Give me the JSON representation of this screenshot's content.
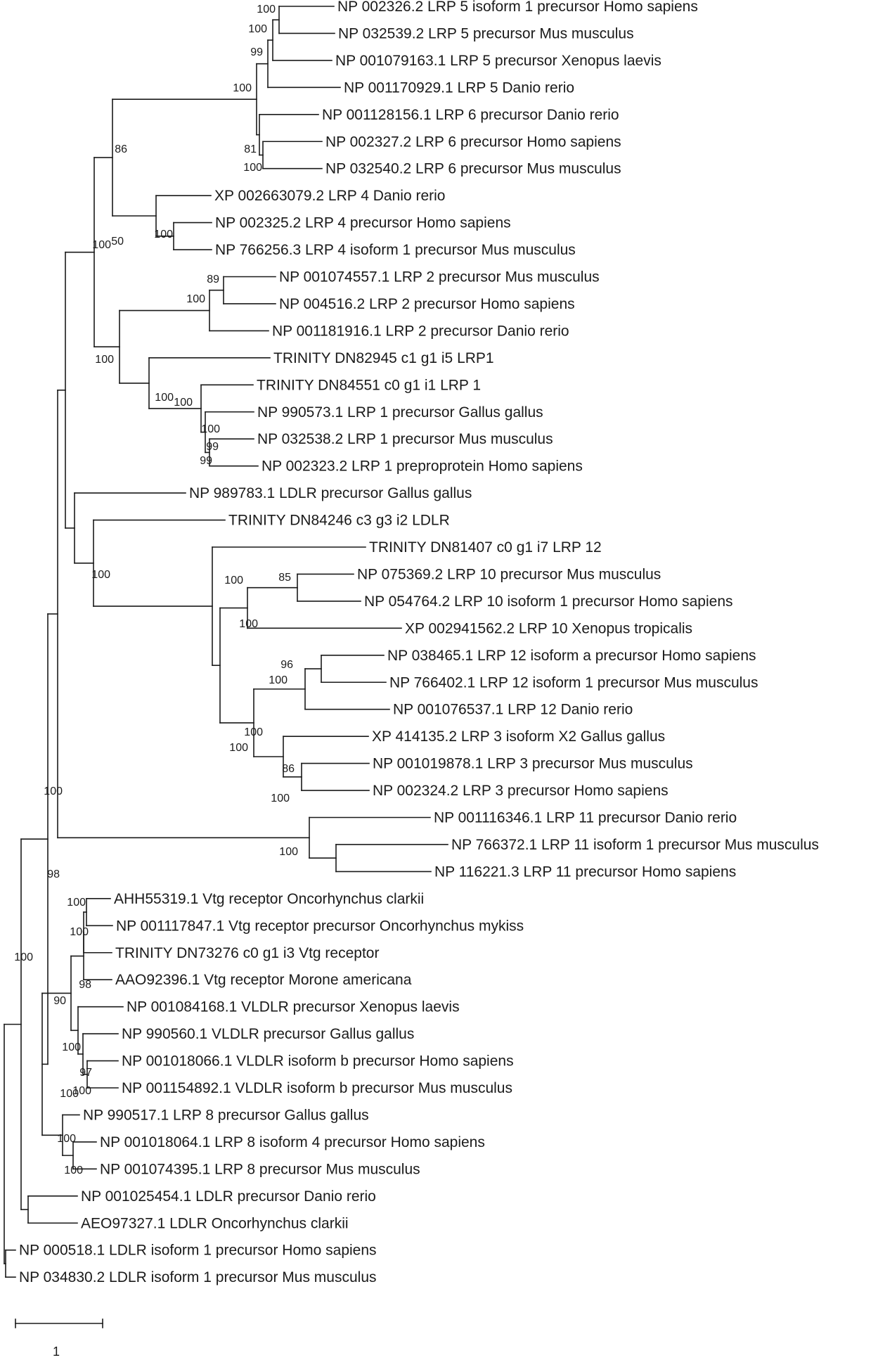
{
  "tree": {
    "taxa": [
      "NP 002326.2 LRP 5 isoform 1 precursor Homo sapiens",
      "NP 032539.2 LRP 5 precursor Mus musculus",
      "NP 001079163.1 LRP 5 precursor Xenopus laevis",
      "NP 001170929.1 LRP 5 Danio rerio",
      "NP 001128156.1 LRP 6 precursor Danio rerio",
      "NP 002327.2 LRP 6 precursor Homo sapiens",
      "NP 032540.2 LRP 6 precursor Mus musculus",
      "XP 002663079.2 LRP 4 Danio rerio",
      "NP 002325.2 LRP 4 precursor Homo sapiens",
      "NP 766256.3 LRP 4 isoform 1 precursor Mus musculus",
      "NP 001074557.1 LRP 2 precursor Mus musculus",
      "NP 004516.2 LRP 2 precursor Homo sapiens",
      "NP 001181916.1 LRP 2 precursor Danio rerio",
      "TRINITY DN82945 c1 g1 i5 LRP1",
      "TRINITY DN84551 c0 g1 i1 LRP 1",
      "NP 990573.1 LRP 1 precursor Gallus gallus",
      "NP 032538.2 LRP 1 precursor Mus musculus",
      "NP 002323.2 LRP 1 preproprotein Homo sapiens",
      "NP 989783.1 LDLR precursor Gallus gallus",
      "TRINITY DN84246 c3 g3 i2 LDLR",
      "TRINITY DN81407 c0 g1 i7 LRP 12",
      "NP 075369.2 LRP 10 precursor Mus musculus",
      "NP 054764.2 LRP 10 isoform 1 precursor Homo sapiens",
      "XP 002941562.2 LRP 10 Xenopus tropicalis",
      "NP 038465.1 LRP 12 isoform a precursor Homo sapiens",
      "NP 766402.1 LRP 12 isoform 1 precursor Mus musculus",
      "NP 001076537.1 LRP 12 Danio rerio",
      "XP 414135.2 LRP 3 isoform X2 Gallus gallus",
      "NP 001019878.1 LRP 3 precursor Mus musculus",
      "NP 002324.2 LRP 3 precursor Homo sapiens",
      "NP 001116346.1 LRP 11 precursor Danio rerio",
      "NP 766372.1 LRP 11 isoform 1 precursor Mus musculus",
      "NP 116221.3 LRP 11 precursor Homo sapiens",
      "AHH55319.1 Vtg receptor Oncorhynchus clarkii",
      "NP 001117847.1 Vtg receptor precursor Oncorhynchus mykiss",
      "TRINITY DN73276 c0 g1 i3 Vtg receptor",
      "AAO92396.1 Vtg receptor Morone americana",
      "NP 001084168.1 VLDLR precursor Xenopus laevis",
      "NP 990560.1 VLDLR precursor Gallus gallus",
      "NP 001018066.1 VLDLR isoform b precursor Homo sapiens",
      "NP 001154892.1 VLDLR isoform b precursor Mus musculus",
      "NP 990517.1 LRP 8 precursor Gallus gallus",
      "NP 001018064.1 LRP 8 isoform 4 precursor Homo sapiens",
      "NP 001074395.1 LRP 8 precursor Mus musculus",
      "NP 001025454.1 LDLR precursor Danio rerio",
      "AEO97327.1 LDLR Oncorhynchus clarkii",
      "NP 000518.1 LDLR isoform 1 precursor Homo sapiens",
      "NP 034830.2 LDLR isoform 1 precursor Mus musculus"
    ],
    "bootstrap": [
      "100",
      "100",
      "99",
      "100",
      "81",
      "100",
      "86",
      "100",
      "100",
      "89",
      "100",
      "100",
      "99",
      "99",
      "100",
      "100",
      "100",
      "85",
      "100",
      "96",
      "100",
      "86",
      "100",
      "100",
      "100",
      "100",
      "100",
      "50",
      "100",
      "98",
      "100",
      "100",
      "100",
      "100",
      "98",
      "100",
      "97",
      "100",
      "90",
      "100",
      "100",
      "100"
    ],
    "scale_label": "1"
  }
}
